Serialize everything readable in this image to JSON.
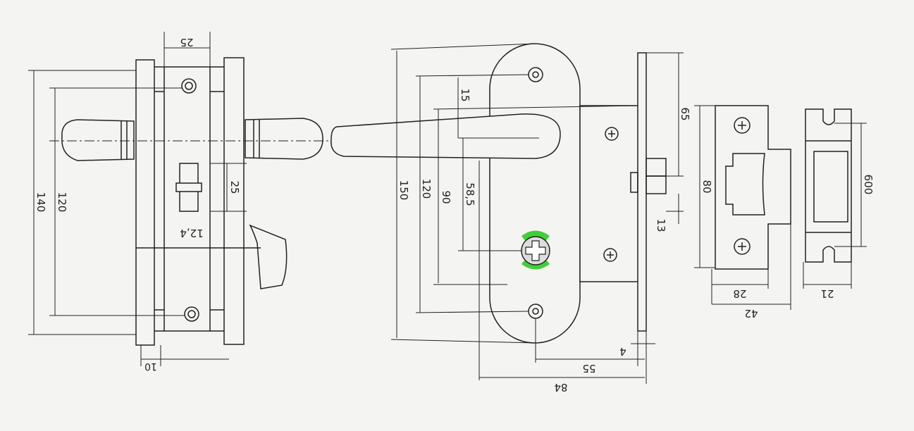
{
  "side_view": {
    "dims": {
      "top_width": "25",
      "height_outer": "140",
      "height_inner": "120",
      "latch_height": "25",
      "latch_width": "12,4",
      "bottom_width": "10"
    }
  },
  "front_view": {
    "dims": {
      "h150": "150",
      "h120": "120",
      "h90": "90",
      "h58": "58,5",
      "top15": "15",
      "d55": "55",
      "d84": "84",
      "d4": "4",
      "d65": "65",
      "d13": "13"
    },
    "indicator_color": "#3fcf3a"
  },
  "strike_plate": {
    "dims": {
      "height": "80",
      "inner_width": "28",
      "outer_width": "42"
    }
  },
  "keeper": {
    "dims": {
      "height": "600",
      "width": "21"
    }
  }
}
